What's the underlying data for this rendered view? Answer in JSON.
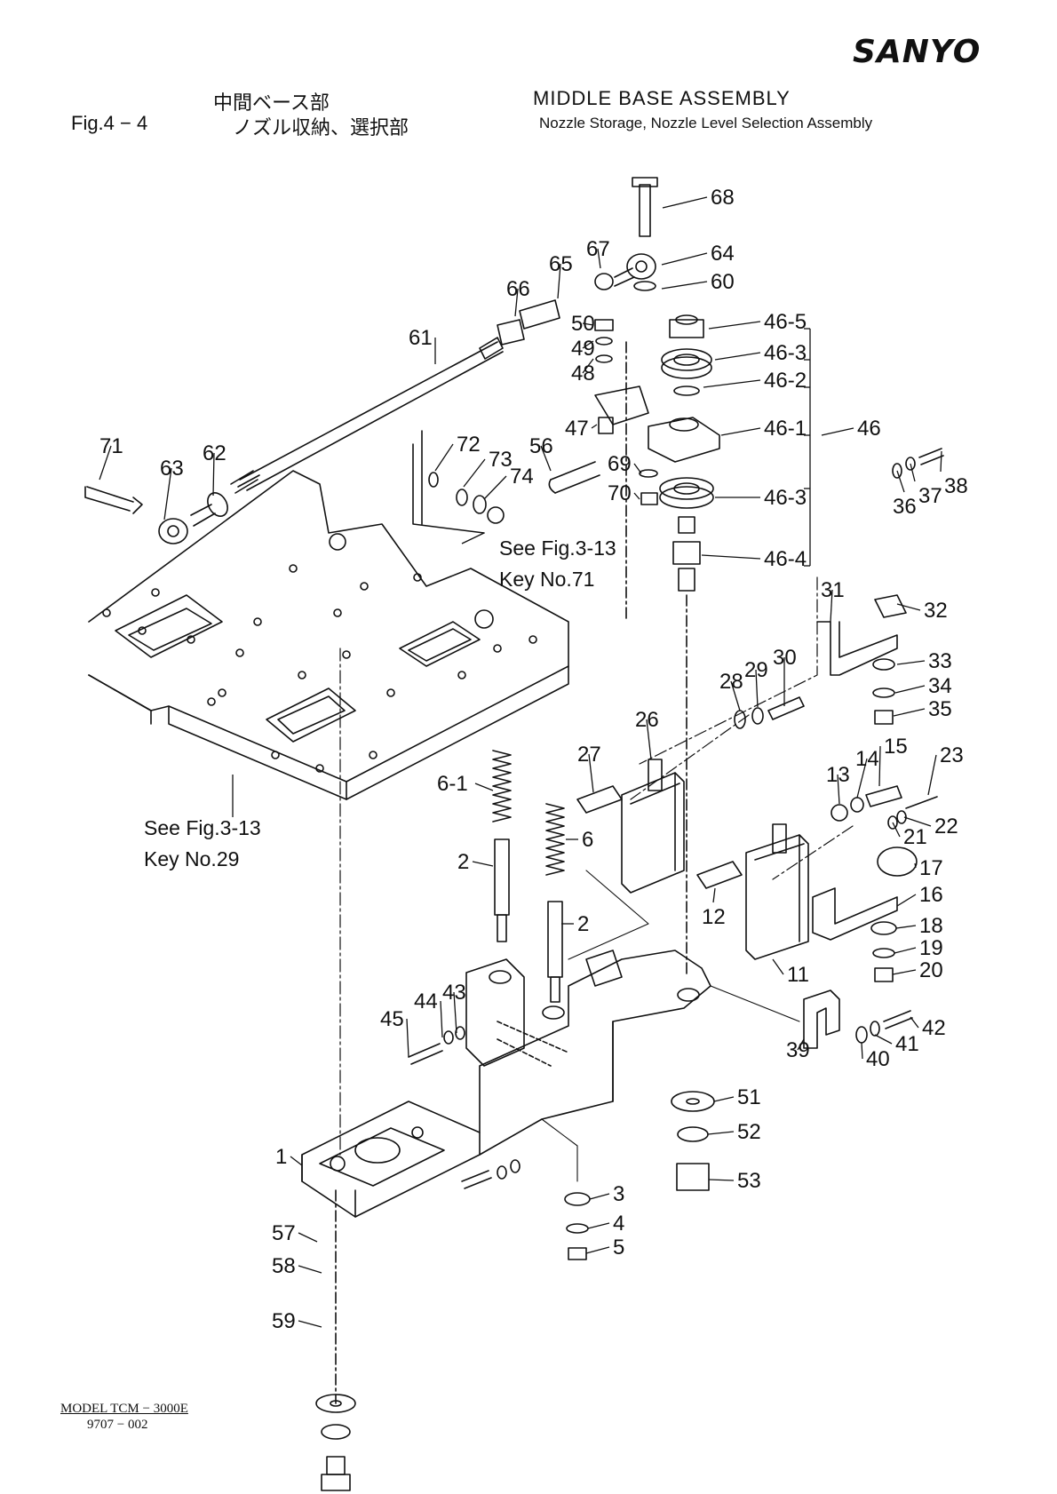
{
  "brand": "SANYO",
  "header": {
    "title_jp": "中間ベース部",
    "fig_label": "Fig.4 − 4",
    "subtitle_jp": "ノズル収納、選択部",
    "title_en": "MIDDLE BASE ASSEMBLY",
    "subtitle_en": "Nozzle Storage, Nozzle Level Selection Assembly"
  },
  "references": [
    {
      "line1": "See Fig.3-13",
      "line2": "Key No.71"
    },
    {
      "line1": "See Fig.3-13",
      "line2": "Key No.29"
    }
  ],
  "part_labels": [
    "68",
    "67",
    "64",
    "65",
    "60",
    "66",
    "50",
    "46-5",
    "49",
    "46-3",
    "48",
    "46-2",
    "61",
    "46-1",
    "46",
    "47",
    "56",
    "72",
    "73",
    "74",
    "71",
    "62",
    "63",
    "69",
    "70",
    "46-4",
    "38",
    "37",
    "36",
    "31",
    "32",
    "33",
    "34",
    "35",
    "28",
    "29",
    "30",
    "26",
    "27",
    "6-1",
    "15",
    "14",
    "13",
    "23",
    "22",
    "21",
    "17",
    "6",
    "2",
    "12",
    "16",
    "18",
    "19",
    "20",
    "11",
    "44",
    "43",
    "45",
    "39",
    "40",
    "41",
    "42",
    "51",
    "52",
    "53",
    "1",
    "3",
    "4",
    "5",
    "57",
    "58",
    "59"
  ],
  "footer": {
    "model": "MODEL  TCM − 3000E",
    "code": "9707 − 002"
  }
}
